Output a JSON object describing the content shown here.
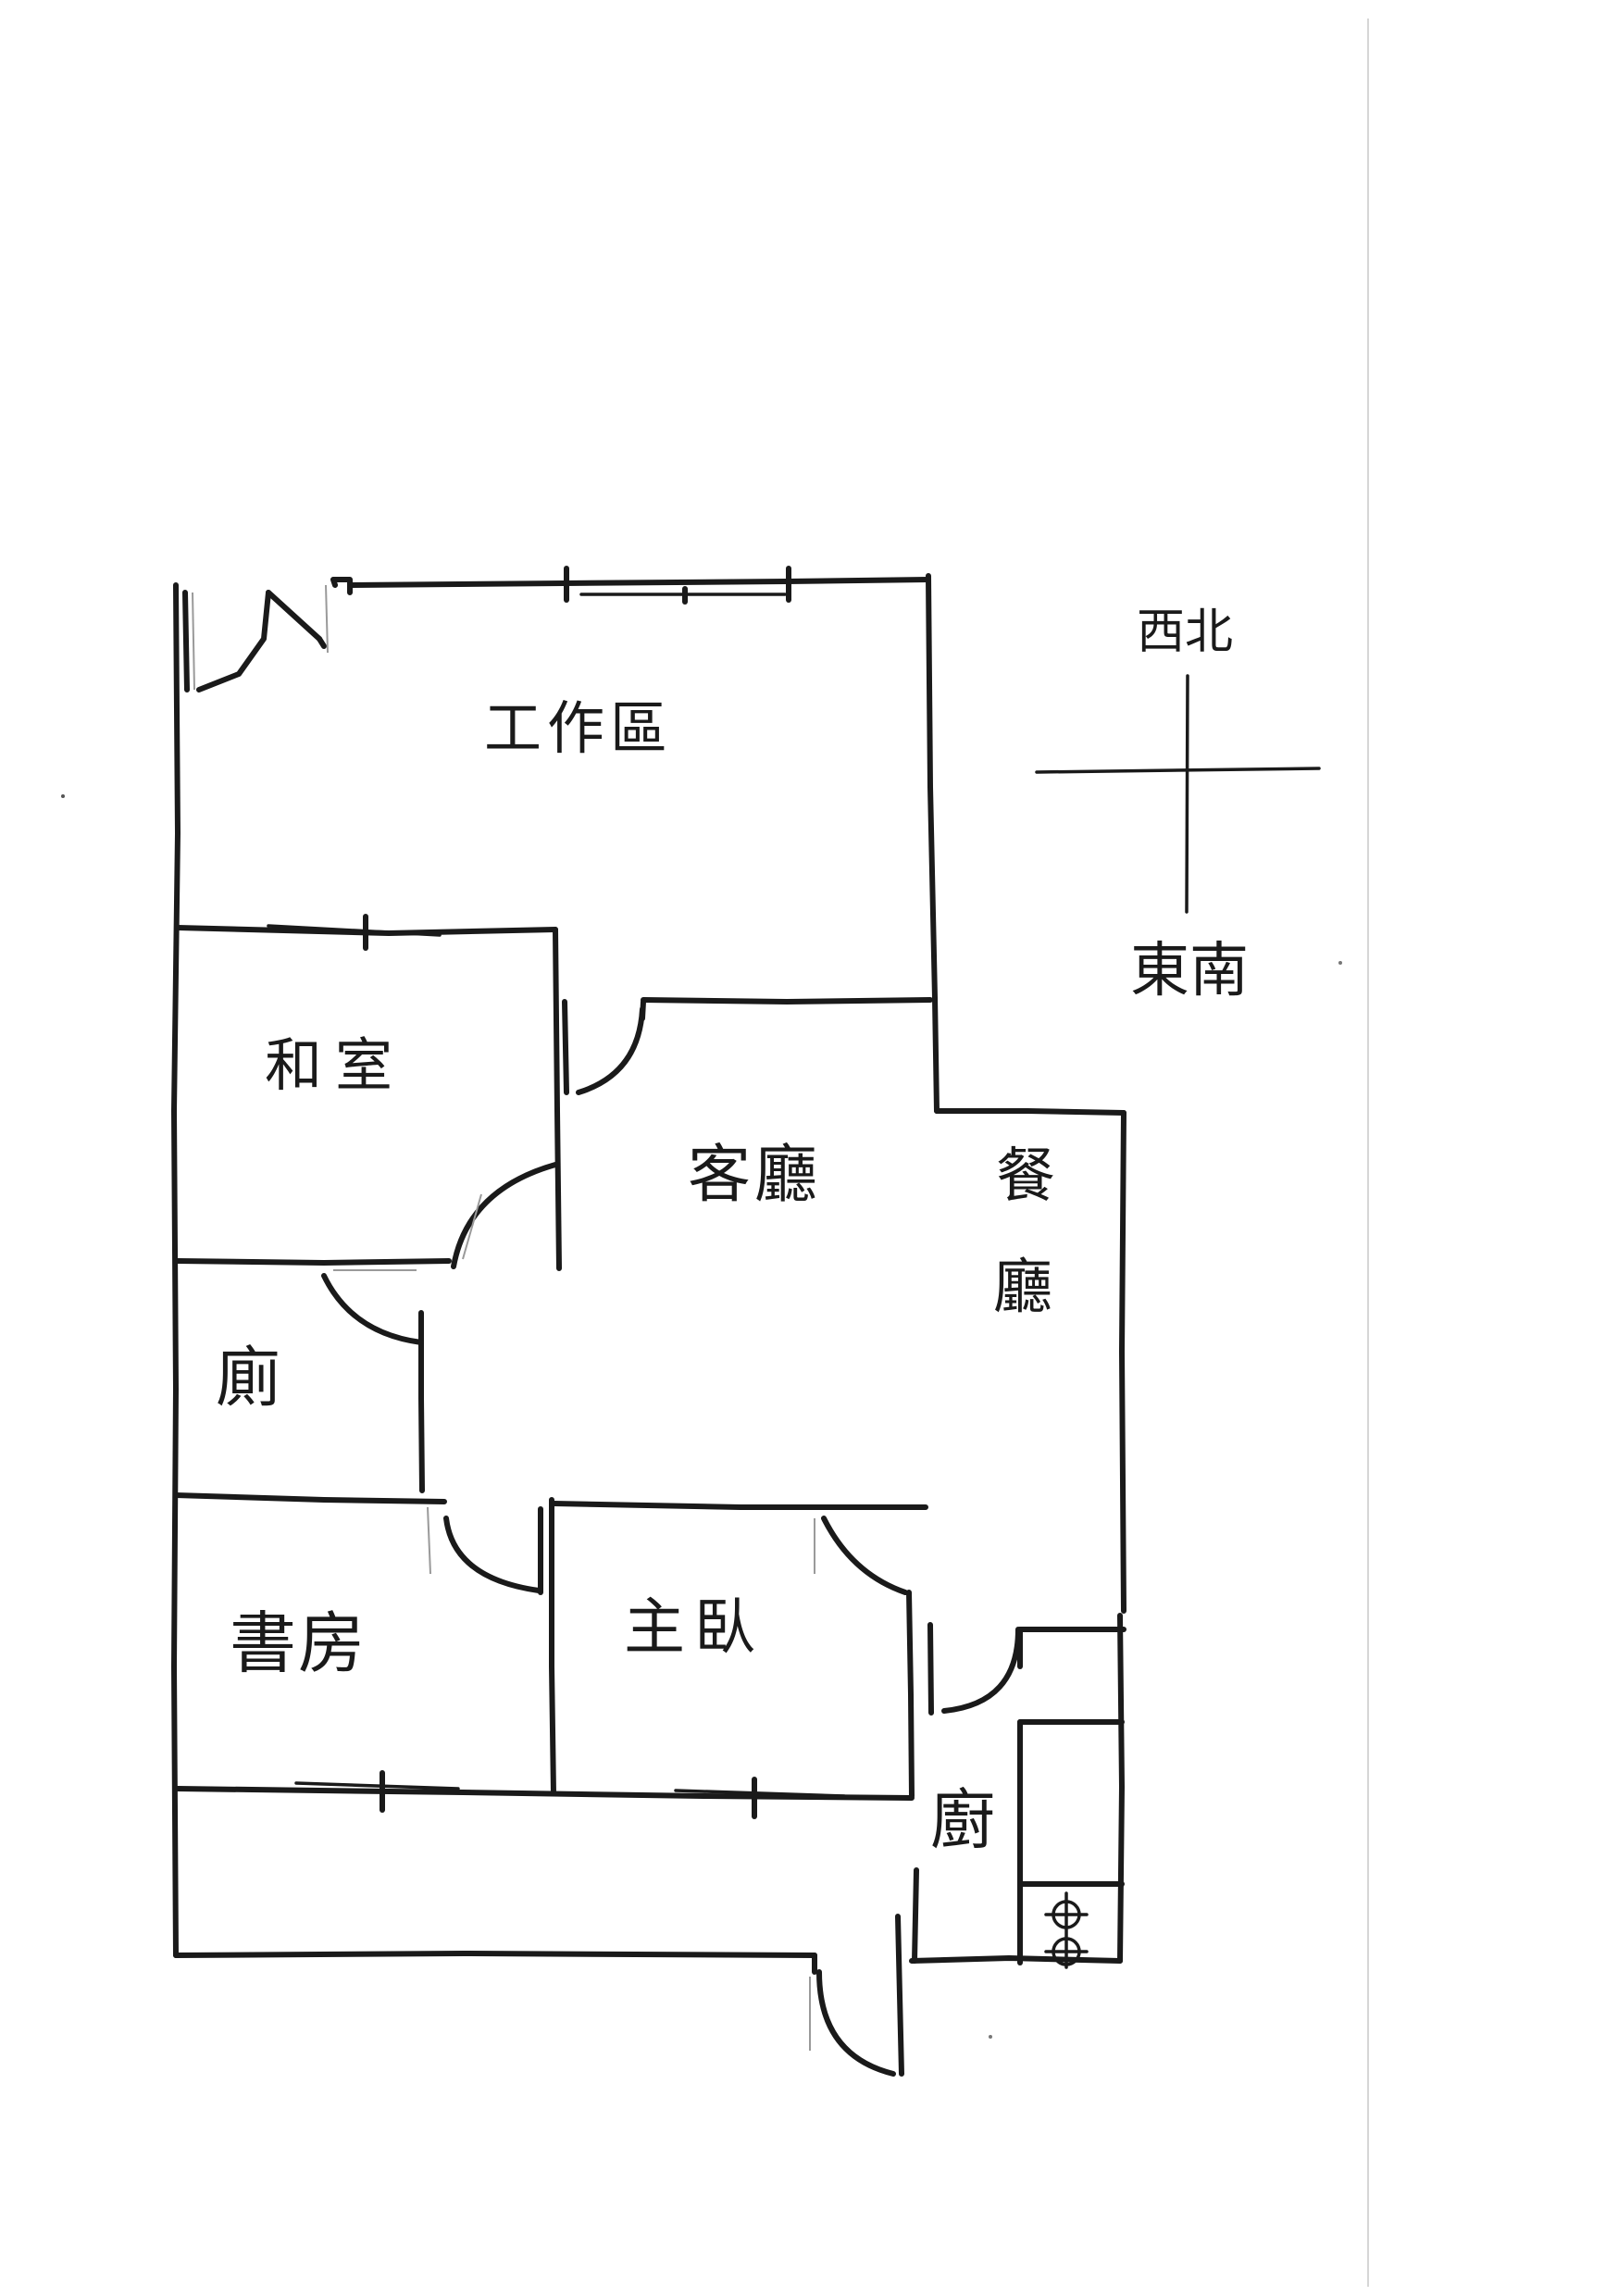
{
  "compass": {
    "top": "西北",
    "bottom": "東南"
  },
  "rooms": {
    "work_area": "工作區",
    "tatami_room": "和室",
    "living_room": "客廳",
    "dining_1": "餐",
    "dining_2": "廳",
    "toilet": "廁",
    "study": "書房",
    "master_bedroom": "主臥",
    "kitchen": "廚"
  },
  "colors": {
    "ink": "#1a1a1a",
    "paper": "#ffffff"
  }
}
